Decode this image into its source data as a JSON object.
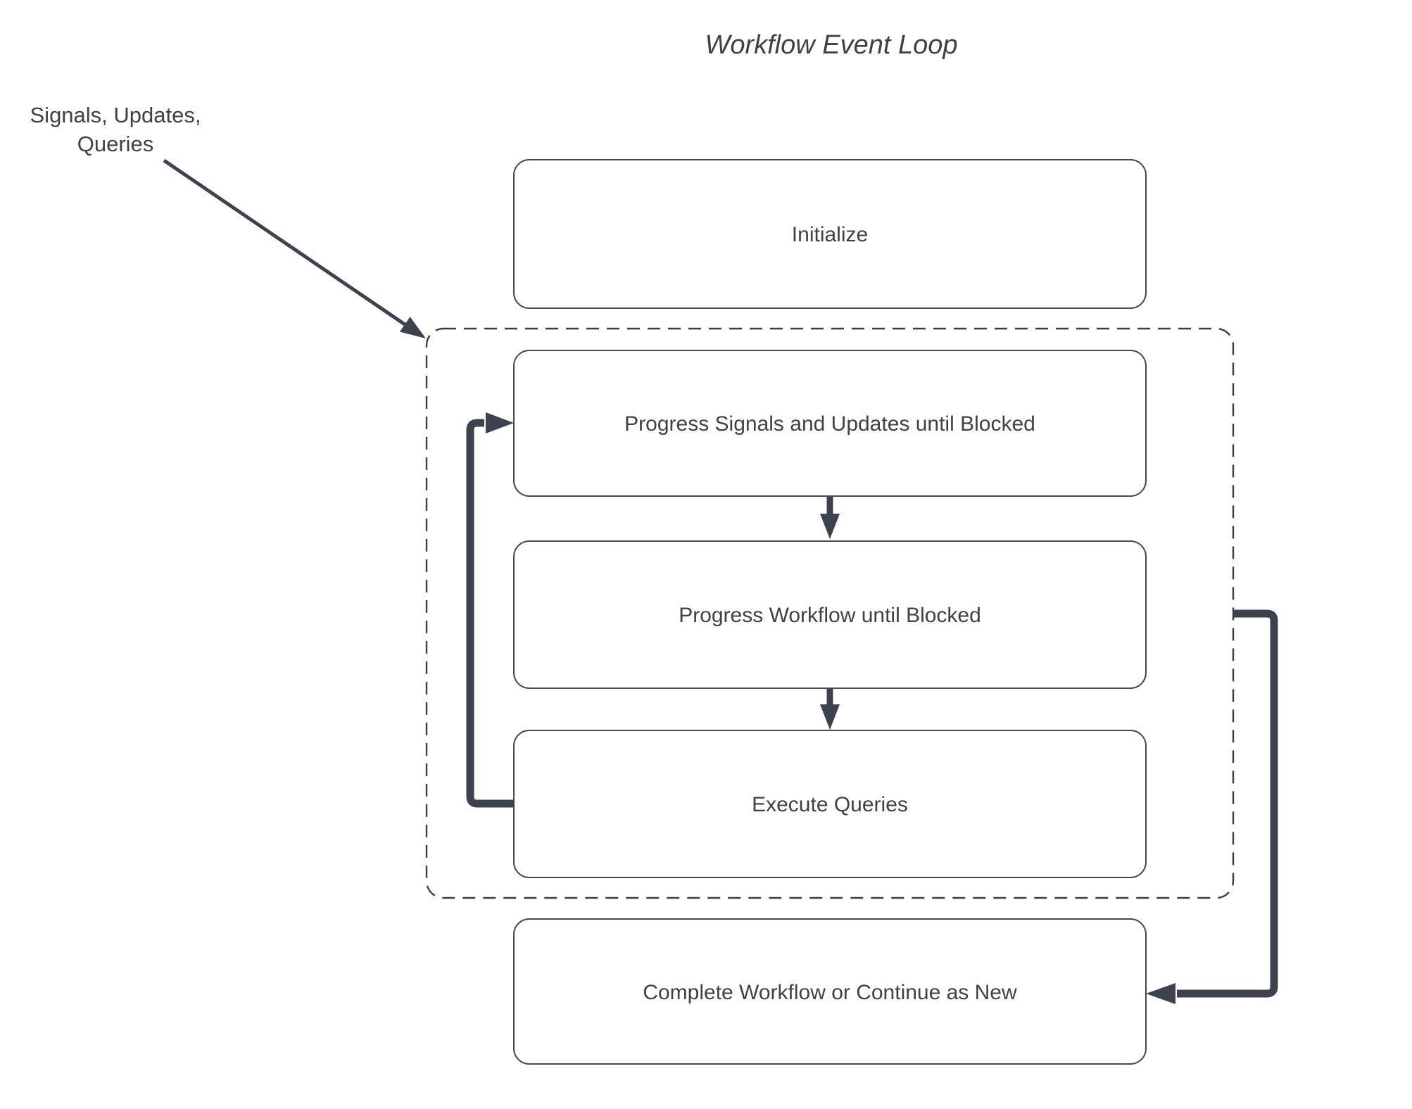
{
  "diagram": {
    "title": "Workflow Event Loop",
    "external_input": {
      "line1": "Signals, Updates,",
      "line2": "Queries"
    },
    "nodes": {
      "initialize": "Initialize",
      "progress_signals": "Progress Signals and Updates until Blocked",
      "progress_workflow": "Progress Workflow until Blocked",
      "execute_queries": "Execute Queries",
      "complete": "Complete Workflow or Continue as New"
    },
    "colors": {
      "background": "#ffffff",
      "node_fill": "#ffffff",
      "node_border": "#4a4a4a",
      "dashed_border": "#3f3f3f",
      "connector": "#3c424e",
      "text": "#3f4245"
    }
  }
}
